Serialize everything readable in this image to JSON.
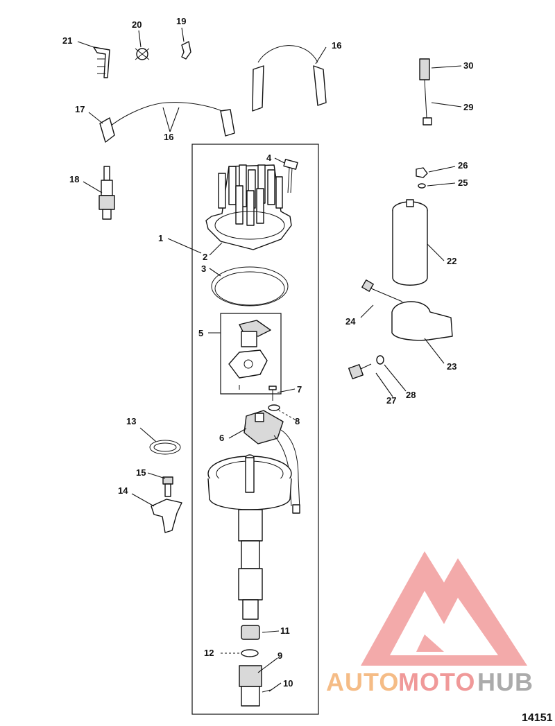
{
  "diagram": {
    "labels": [
      "1",
      "2",
      "3",
      "4",
      "5",
      "6",
      "7",
      "8",
      "9",
      "10",
      "11",
      "12",
      "13",
      "14",
      "15",
      "16",
      "16",
      "17",
      "18",
      "19",
      "20",
      "21",
      "22",
      "23",
      "24",
      "25",
      "26",
      "27",
      "28",
      "29",
      "30"
    ]
  },
  "watermark": {
    "text_part1": "AUTO",
    "text_part2": "MOTO",
    "text_part3": "HUB",
    "color_orange": "#f5b57a",
    "color_pink": "#ef8e8e",
    "color_gray": "#a3a3a3"
  },
  "figure_code": "14151"
}
